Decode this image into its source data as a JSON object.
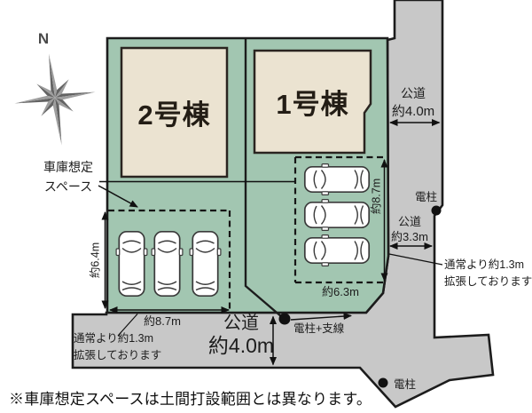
{
  "compass": {
    "label": "N"
  },
  "buildings": {
    "b2": "2号棟",
    "b1": "1号棟"
  },
  "garage_label": {
    "line1": "車庫想定",
    "line2": "スペース"
  },
  "dims": {
    "d64": "約6.4m",
    "d87_left": "約8.7m",
    "d87_right": "約8.7m",
    "d63": "約6.3m"
  },
  "roads": {
    "right": {
      "name": "公道",
      "width": "約4.0m"
    },
    "right_lower": {
      "name": "公道",
      "width": "約3.3m"
    },
    "bottom": {
      "name": "公道",
      "width": "約4.0m"
    }
  },
  "poles": {
    "right": "電柱",
    "with_wire": "電柱+支線",
    "bottom": "電柱"
  },
  "expansion_notes": {
    "left": {
      "line1": "通常より約1.3m",
      "line2": "拡張しております"
    },
    "right": {
      "line1": "通常より約1.3m",
      "line2": "拡張しております"
    }
  },
  "footnote": "※車庫想定スペースは土間打設範囲とは異なります。",
  "colors": {
    "land": "#a2c6b1",
    "building": "#ebe3d1",
    "road": "#c8c8c8",
    "outline": "#1c1c1c"
  }
}
